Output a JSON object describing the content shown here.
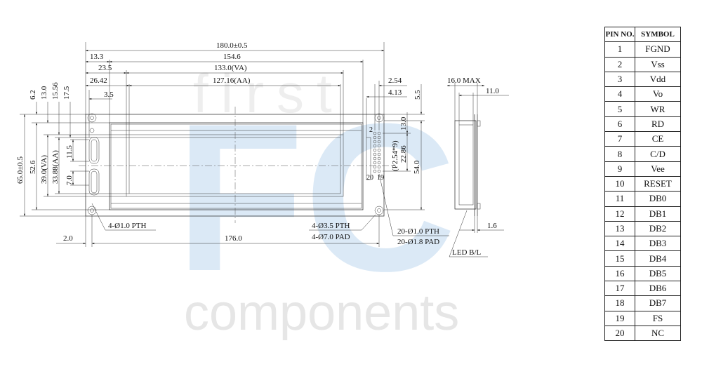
{
  "watermark": {
    "line1": "first",
    "logo": "FC",
    "line2": "components",
    "color": "#dbe9f6"
  },
  "dimensions": {
    "overall_width": "180.0±0.5",
    "d_13_3": "13.3",
    "d_154_6": "154.6",
    "d_23_5": "23.5",
    "d_133_va": "133.0(VA)",
    "d_26_42": "26.42",
    "d_127_aa": "127.16(AA)",
    "d_3_5": "3.5",
    "d_2_54": "2.54",
    "d_4_13": "4.13",
    "d_5_5": "5.5",
    "d_16_max": "16.0 MAX",
    "d_11_0": "11.0",
    "d_6_2": "6.2",
    "d_13_0_left": "13.0",
    "d_15_56": "15.56",
    "d_17_5": "17.5",
    "overall_height": "65.0±0.5",
    "d_52_6": "52.6",
    "d_39_va": "39.0(VA)",
    "d_33_aa": "33.88(AA)",
    "d_11_5": "11.5",
    "d_7_0": "7.0",
    "d_13_0_right": "13.0",
    "d_22_86": "22.86",
    "d_p254": "(P2.54*9)",
    "d_54_0": "54.0",
    "pin_2": "2",
    "pin_20": "20",
    "pin_19": "19",
    "hole_left": "4-Ø1.0 PTH",
    "hole_mid1": "4-Ø3.5 PTH",
    "hole_mid2": "4-Ø7.0 PAD",
    "conn1": "20-Ø1.0 PTH",
    "conn2": "20-Ø1.8 PAD",
    "d_2_0": "2.0",
    "d_176_0": "176.0",
    "d_1_6": "1.6",
    "led": "LED B/L"
  },
  "pin_table": {
    "headers": [
      "PIN NO.",
      "SYMBOL"
    ],
    "rows": [
      [
        "1",
        "FGND"
      ],
      [
        "2",
        "Vss"
      ],
      [
        "3",
        "Vdd"
      ],
      [
        "4",
        "Vo"
      ],
      [
        "5",
        "WR"
      ],
      [
        "6",
        "RD"
      ],
      [
        "7",
        "CE"
      ],
      [
        "8",
        "C/D"
      ],
      [
        "9",
        "Vee"
      ],
      [
        "10",
        "RESET"
      ],
      [
        "11",
        "DB0"
      ],
      [
        "12",
        "DB1"
      ],
      [
        "13",
        "DB2"
      ],
      [
        "14",
        "DB3"
      ],
      [
        "15",
        "DB4"
      ],
      [
        "16",
        "DB5"
      ],
      [
        "17",
        "DB6"
      ],
      [
        "18",
        "DB7"
      ],
      [
        "19",
        "FS"
      ],
      [
        "20",
        "NC"
      ]
    ]
  }
}
